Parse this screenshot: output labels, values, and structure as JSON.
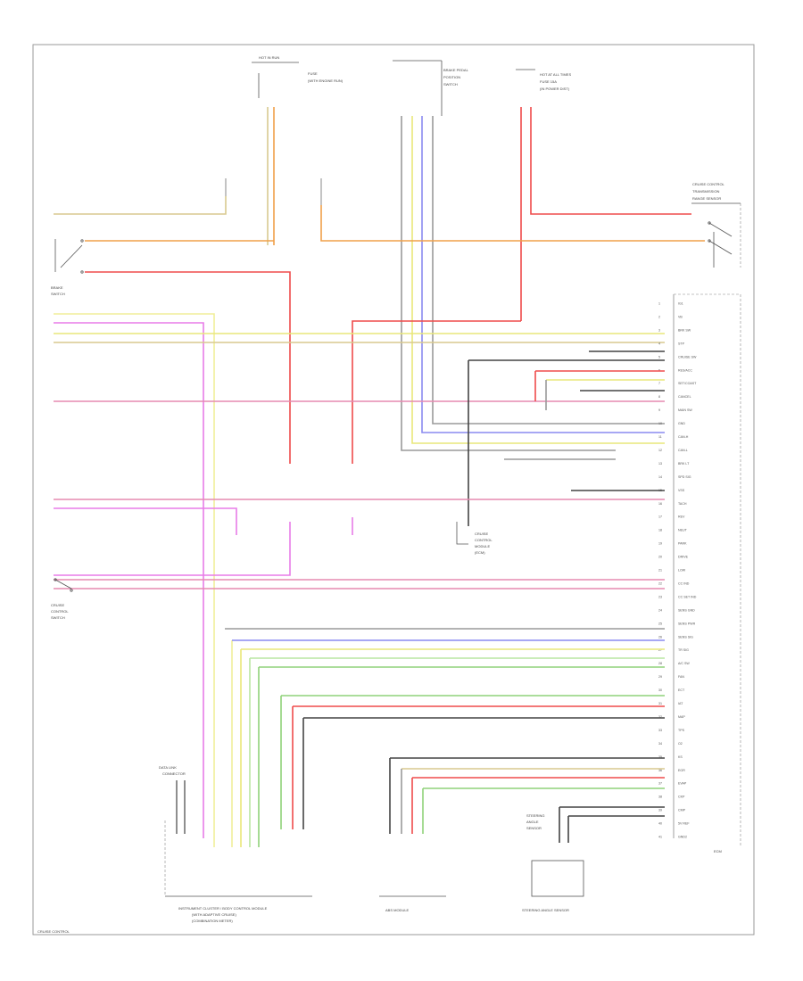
{
  "diagram": {
    "labels": {
      "top_fuse_a": "HOT IN RUN",
      "top_fuse_b": "FUSE",
      "top_fuse_c": "(WITH ENGINE RUN)",
      "top_module_a": "BRAKE PEDAL",
      "top_module_b": "POSITION",
      "top_module_c": "SWITCH",
      "top_right_a": "HOT AT ALL TIMES",
      "top_right_b": "FUSE 15A",
      "top_right_c": "(IN POWER DIST)",
      "right_box_a": "CRUISE CONTROL",
      "right_box_b": "TRANSMISSION",
      "right_box_c": "RANGE SENSOR",
      "left_switch_a": "BRAKE",
      "left_switch_b": "SWITCH",
      "mid_module_a": "CRUISE",
      "mid_module_b": "CONTROL",
      "mid_module_c": "MODULE",
      "mid_module_d": "(ECM)",
      "left_low_switch_a": "CRUISE",
      "left_low_switch_b": "CONTROL",
      "left_low_switch_c": "SWITCH",
      "bottom_connector_a": "DATA LINK",
      "bottom_connector_b": "CONNECTOR",
      "bottom_module_a": "INSTRUMENT CLUSTER / BODY CONTROL MODULE",
      "bottom_module_b": "(WITH ADAPTIVE CRUISE)",
      "bottom_module_c": "(COMBINATION METER)",
      "bottom_mid": "ABS MODULE",
      "bottom_right_module_a": "STEERING",
      "bottom_right_module_b": "ANGLE",
      "bottom_right_module_c": "SENSOR",
      "bottom_right": "STEERING ANGLE SENSOR",
      "page_ref": "CRUISE CONTROL",
      "part_ref": "ECM"
    },
    "right_pins": [
      "IG1",
      "VB",
      "BRK SW",
      "STP",
      "CRUISE SW",
      "RES/ACC",
      "SET/COAST",
      "CANCEL",
      "MAIN SW",
      "GND",
      "CAN-H",
      "CAN-L",
      "BRK LT",
      "SPD SIG",
      "VSS",
      "TACH",
      "REV",
      "NEUT",
      "PARK",
      "DRIVE",
      "LOW",
      "CC IND",
      "CC SET IND",
      "SENS GND",
      "SENS PWR",
      "SENS SIG",
      "TR SIG",
      "A/C SW",
      "FAN",
      "ECT",
      "IAT",
      "MAP",
      "TPS",
      "O2",
      "KS",
      "EGR",
      "EVAP",
      "CKP",
      "CMP",
      "5V REF",
      "GND2"
    ],
    "wire_colors": {
      "orange": "#f0a04a",
      "red": "#ef4b4b",
      "pink": "#e58ab0",
      "yellow": "#e9e77a",
      "light_yellow": "#f0ee9a",
      "green": "#8fd27a",
      "light_green": "#b9e6a2",
      "blue": "#8a8af0",
      "violet": "#b070e8",
      "magenta": "#e87ce8",
      "tan": "#d9c98f",
      "gray": "#9a9a9a",
      "black": "#444444"
    }
  }
}
